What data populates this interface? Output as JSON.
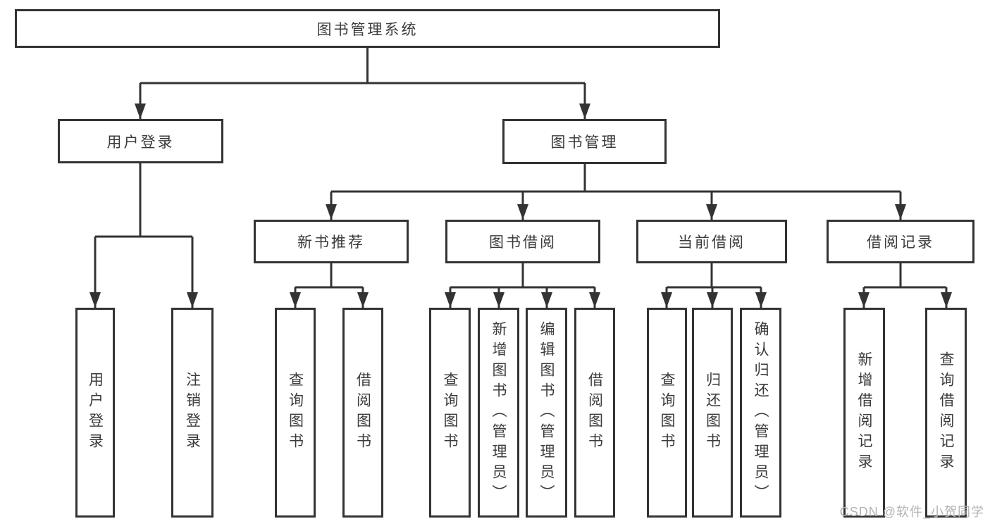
{
  "diagram": {
    "type": "hierarchy",
    "root": {
      "label": "图书管理系统",
      "children": [
        {
          "label": "用户登录",
          "children": [
            {
              "label": "用户登录"
            },
            {
              "label": "注销登录"
            }
          ]
        },
        {
          "label": "图书管理",
          "children": [
            {
              "label": "新书推荐",
              "children": [
                {
                  "label": "查询图书"
                },
                {
                  "label": "借阅图书"
                }
              ]
            },
            {
              "label": "图书借阅",
              "children": [
                {
                  "label": "查询图书"
                },
                {
                  "label": "新增图书（管理员）"
                },
                {
                  "label": "编辑图书（管理员）"
                },
                {
                  "label": "借阅图书"
                }
              ]
            },
            {
              "label": "当前借阅",
              "children": [
                {
                  "label": "查询图书"
                },
                {
                  "label": "归还图书"
                },
                {
                  "label": "确认归还（管理员）"
                }
              ]
            },
            {
              "label": "借阅记录",
              "children": [
                {
                  "label": "新增借阅记录"
                },
                {
                  "label": "查询借阅记录"
                }
              ]
            }
          ]
        }
      ]
    },
    "colors": {
      "line": "#333333",
      "text": "#3b3b3b",
      "background": "#ffffff",
      "watermark": "#b3b3b3"
    }
  },
  "watermark": {
    "text": "CSDN @软件_小贺同学"
  }
}
